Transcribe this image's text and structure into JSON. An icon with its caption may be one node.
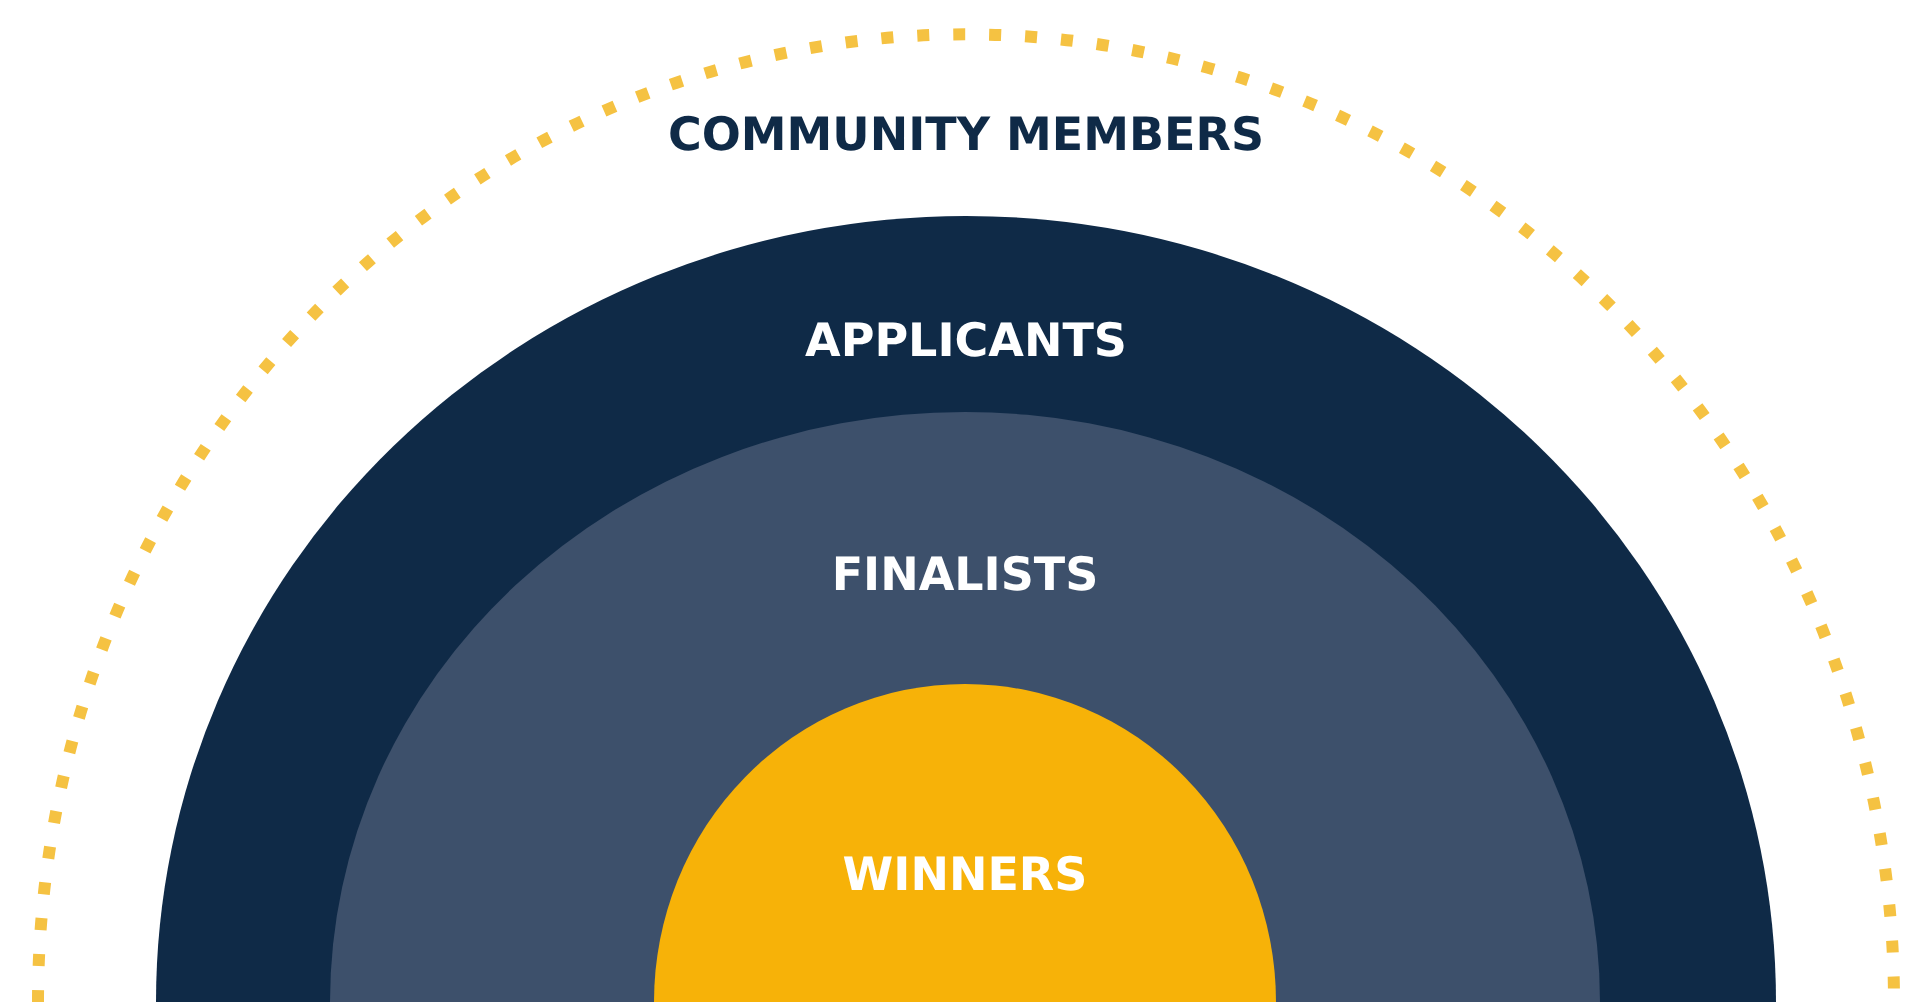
{
  "diagram": {
    "nodes": [
      {
        "text": [
          "COMMUNITY MEMBERS"
        ]
      },
      {
        "text": [
          "APPLICANTS"
        ],
        "in": 0
      },
      {
        "text": [
          "FINALISTS"
        ],
        "in": 1
      },
      {
        "text": [
          "WINNERS"
        ],
        "in": 2
      }
    ]
  }
}
